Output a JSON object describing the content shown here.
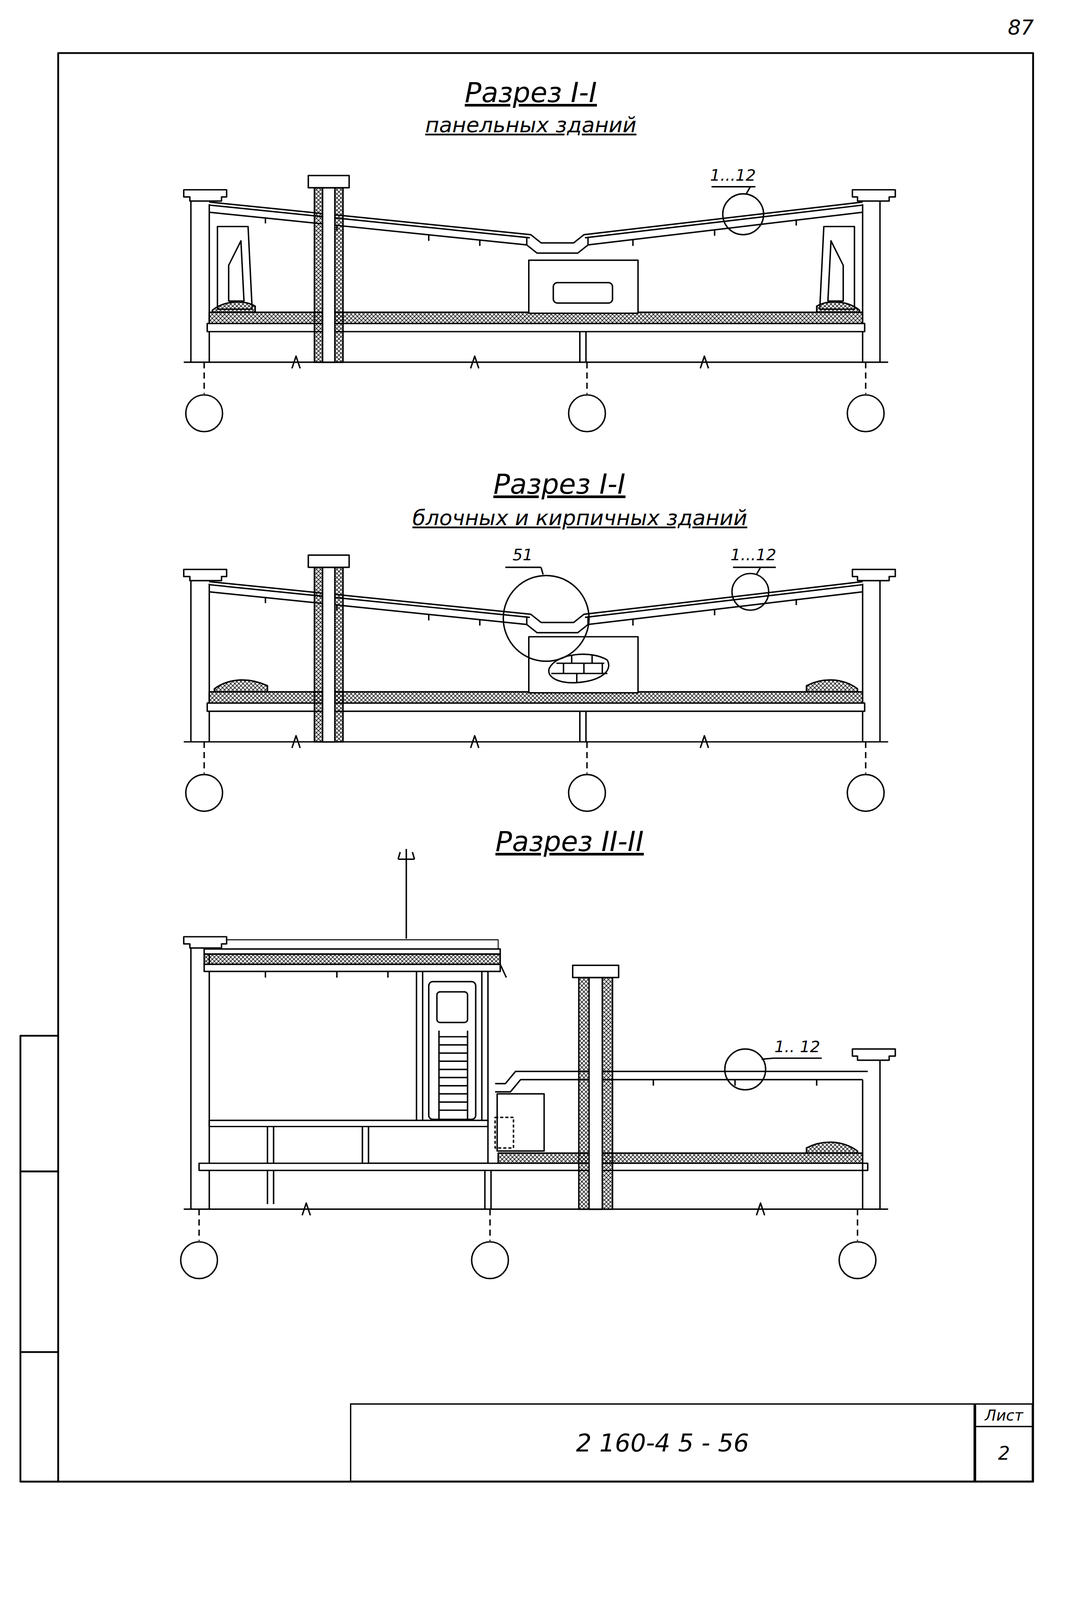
{
  "diagram": {
    "nodes": [
      {
        "text": [
          "2 160-4 5 - 56"
        ]
      },
      {
        "text": [
          "Лист",
          "2"
        ]
      }
    ],
    "labels": [
      "87",
      "Разрез I-I",
      "панельных зданий",
      "1...12",
      "Разрез I-I",
      "блочных и кирпичных зданий",
      "51",
      "1...12",
      "Разрез II-II",
      "1.. 12"
    ]
  }
}
